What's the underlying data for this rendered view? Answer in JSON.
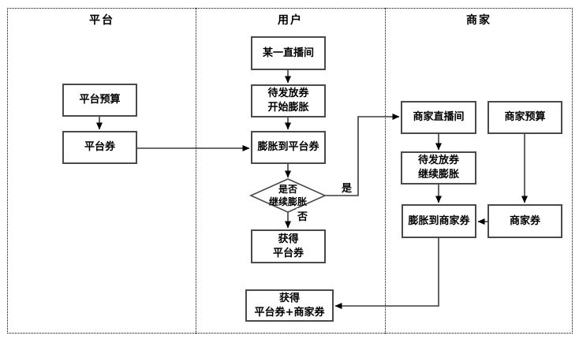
{
  "lanes": [
    {
      "title": "平台"
    },
    {
      "title": "用户"
    },
    {
      "title": "商家"
    }
  ],
  "nodes": {
    "platform_budget": "平台预算",
    "platform_coupon": "平台券",
    "live_room": "某一直播间",
    "pending_start": "待发放券\n开始膨胀",
    "inflate_platform": "膨胀到平台券",
    "decision": "是否\n继续膨胀",
    "obtain_platform": "获得\n平台券",
    "obtain_both": "获得\n平台券+商家券",
    "merchant_room": "商家直播间",
    "merchant_budget": "商家预算",
    "pending_continue": "待发放券\n继续膨胀",
    "inflate_merchant": "膨胀到商家券",
    "merchant_coupon": "商家券"
  },
  "edge_labels": {
    "yes": "是",
    "no": "否"
  },
  "colors": {
    "background": "#ffffff",
    "box_border": "#4a4a4a",
    "line": "#3c3c3c",
    "arrowhead": "#000000",
    "frame": "#000000"
  }
}
